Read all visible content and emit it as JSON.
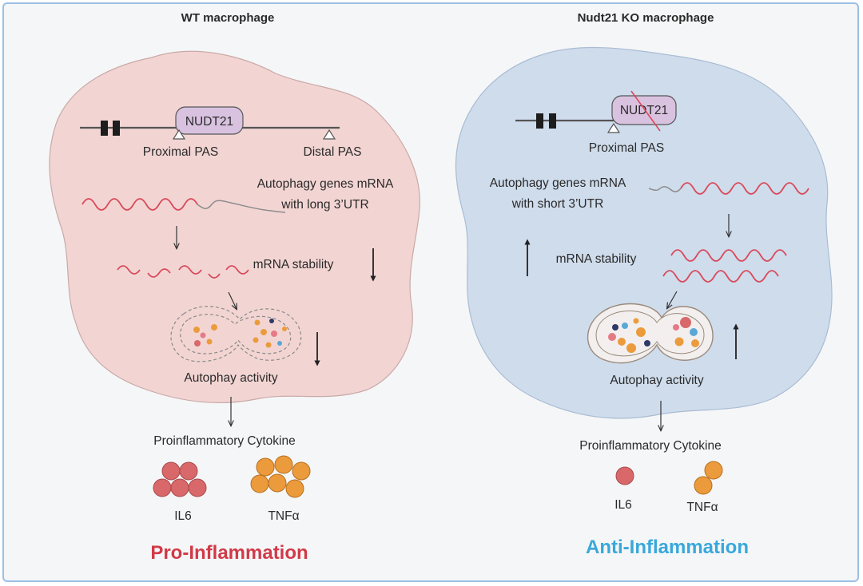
{
  "wt": {
    "title": "WT macrophage",
    "nudt21": "NUDT21",
    "proximal_pas": "Proximal PAS",
    "distal_pas": "Distal PAS",
    "mrna_line1": "Autophagy genes mRNA",
    "mrna_line2": "with long 3’UTR",
    "stability": "mRNA stability",
    "autophagy": "Autophay activity",
    "cytokine": "Proinflammatory Cytokine",
    "il6": "IL6",
    "tnf": "TNFα",
    "outcome": "Pro-Inflammation"
  },
  "ko": {
    "title": "Nudt21 KO macrophage",
    "nudt21": "NUDT21",
    "proximal_pas": "Proximal PAS",
    "mrna_line1": "Autophagy genes mRNA",
    "mrna_line2": "with short 3’UTR",
    "stability": "mRNA stability",
    "autophagy": "Autophay activity",
    "cytokine": "Proinflammatory Cytokine",
    "il6": "IL6",
    "tnf": "TNFα",
    "outcome": "Anti-Inflammation"
  },
  "colors": {
    "wt_cell": "#f2d5d3",
    "ko_cell": "#cfdcec",
    "mrna": "#d94a5a",
    "il6": "#d9686a",
    "tnf": "#eb9b3c",
    "pro": "#d13a48",
    "anti": "#38a8db"
  }
}
